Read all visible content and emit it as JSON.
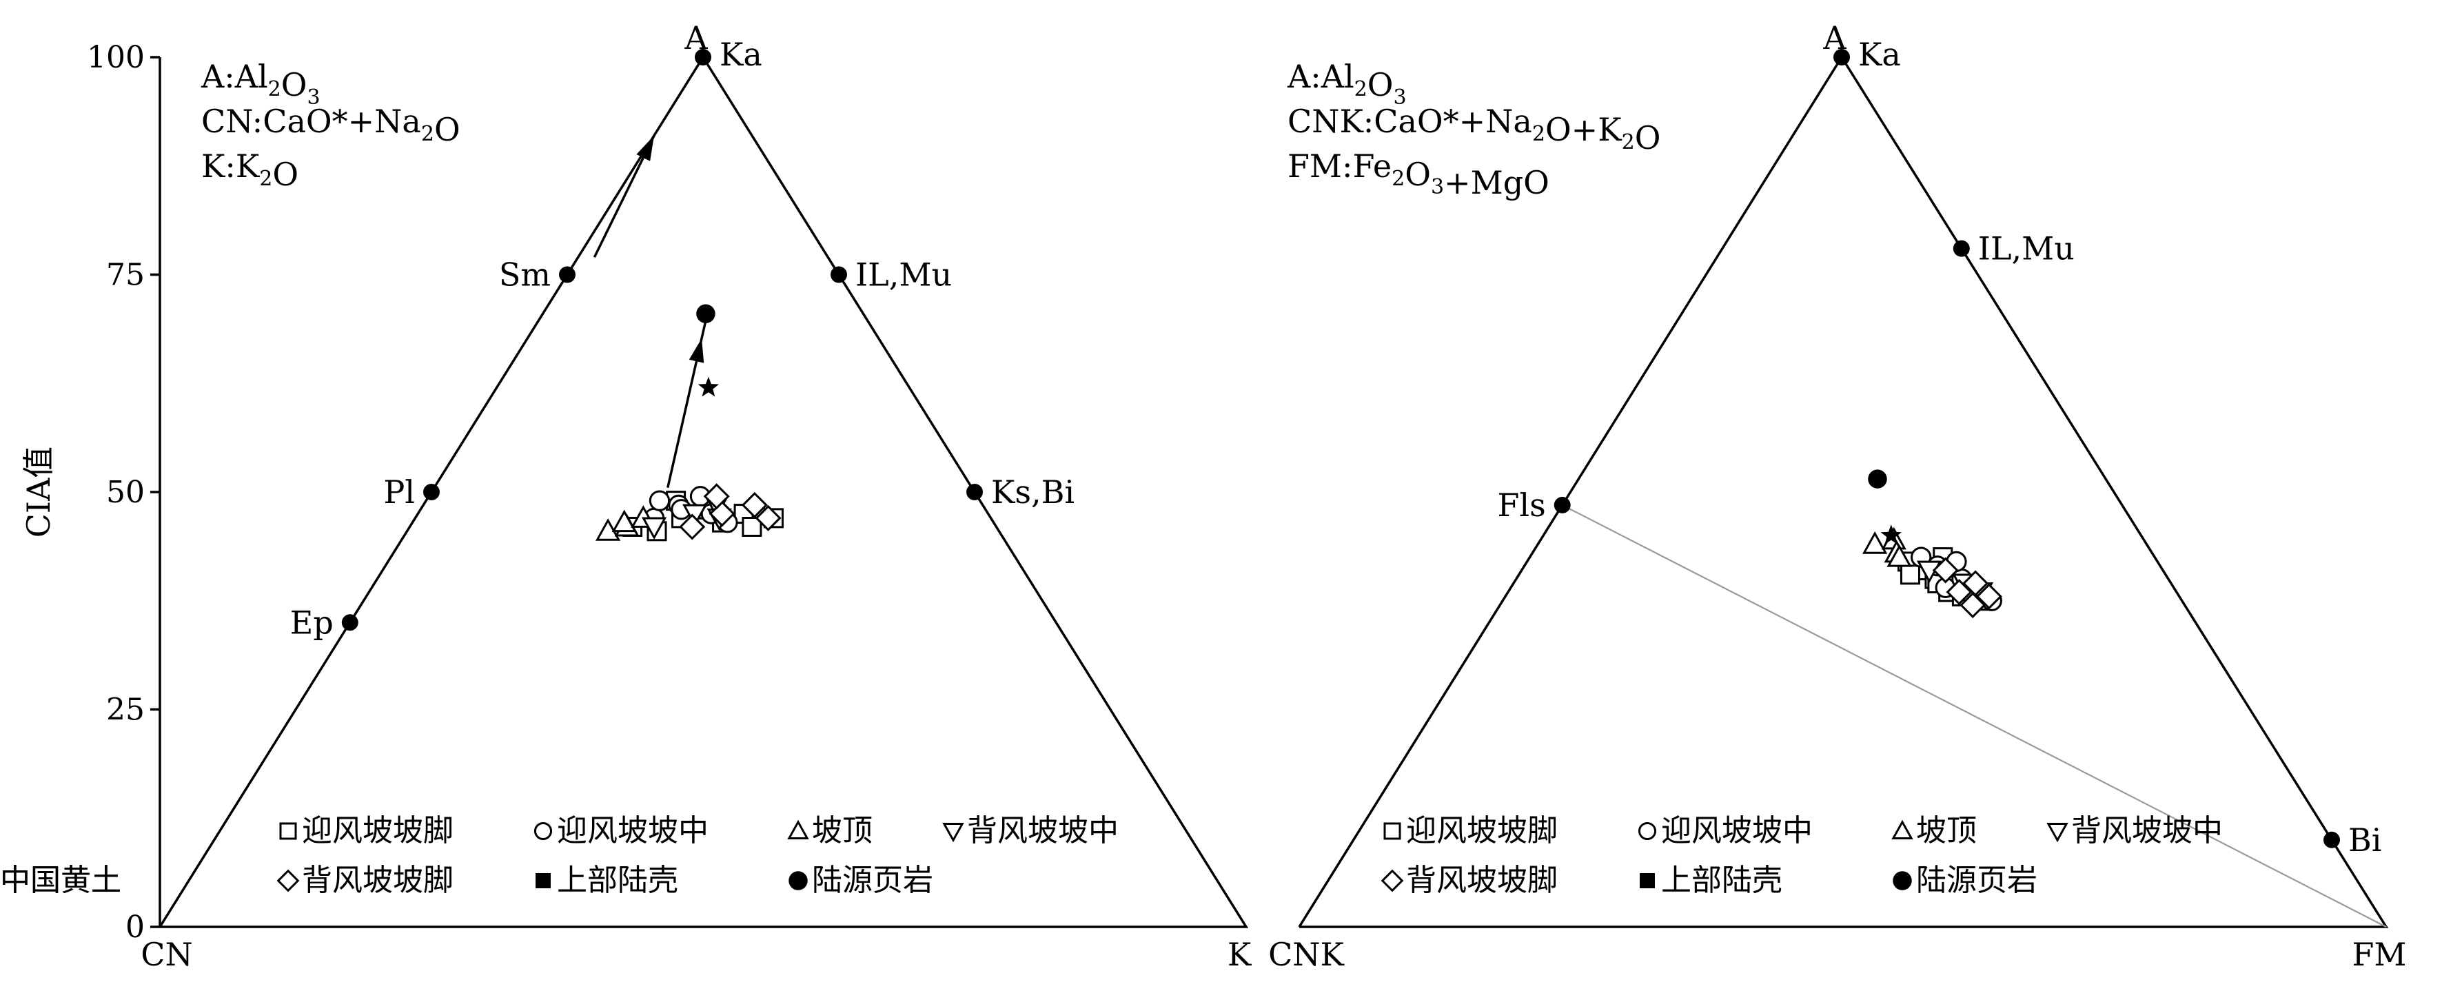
{
  "chart_data": [
    {
      "type": "scatter",
      "subtype": "ternary",
      "panel": "A-CN-K",
      "ylabel": "CIA值",
      "ylim": [
        0,
        100
      ],
      "yticks": [
        0,
        25,
        50,
        75,
        100
      ],
      "vertices": [
        "A",
        "CN",
        "K"
      ],
      "vertex_labels": [
        "A",
        "CN",
        "K"
      ],
      "formula_lines": [
        {
          "parts": [
            {
              "t": "A:Al"
            },
            {
              "t": "2",
              "sub": true
            },
            {
              "t": "O"
            },
            {
              "t": "3",
              "sub": true
            }
          ]
        },
        {
          "parts": [
            {
              "t": "CN:CaO*+Na"
            },
            {
              "t": "2",
              "sub": true
            },
            {
              "t": "O"
            }
          ]
        },
        {
          "parts": [
            {
              "t": "K:K"
            },
            {
              "t": "2",
              "sub": true
            },
            {
              "t": "O"
            }
          ]
        }
      ],
      "reference_points": [
        {
          "label": "Ka",
          "A": 100,
          "CN": 0,
          "K": 0,
          "anchor": "right"
        },
        {
          "label": "Sm",
          "A": 75,
          "CN": 25,
          "K": 0,
          "anchor": "left"
        },
        {
          "label": "IL,Mu",
          "A": 75,
          "CN": 0,
          "K": 25,
          "anchor": "right"
        },
        {
          "label": "Pl",
          "A": 50,
          "CN": 50,
          "K": 0,
          "anchor": "left"
        },
        {
          "label": "Ks,Bi",
          "A": 50,
          "CN": 0,
          "K": 50,
          "anchor": "right"
        },
        {
          "label": "Ep",
          "A": 35,
          "CN": 65,
          "K": 0,
          "anchor": "left"
        }
      ],
      "series": [
        {
          "name": "迎风坡坡脚",
          "marker": "square-open",
          "points": [
            [
              46,
              20.5
            ],
            [
              45.5,
              23
            ],
            [
              47,
              24.5
            ],
            [
              48,
              26.5
            ],
            [
              46.5,
              28.5
            ],
            [
              47.5,
              30
            ],
            [
              46,
              31.5
            ],
            [
              49,
              23
            ],
            [
              47,
              33
            ]
          ]
        },
        {
          "name": "迎风坡坡中",
          "marker": "circle-open",
          "points": [
            [
              47,
              22
            ],
            [
              48.5,
              23.5
            ],
            [
              49.5,
              25
            ],
            [
              47.5,
              27
            ],
            [
              48,
              24
            ],
            [
              46.5,
              29
            ],
            [
              49,
              21.5
            ]
          ]
        },
        {
          "name": "坡顶",
          "marker": "triangle-open",
          "points": [
            [
              45.5,
              18.5
            ],
            [
              46,
              20
            ],
            [
              46.5,
              19.5
            ],
            [
              47,
              21
            ]
          ]
        },
        {
          "name": "背风坡坡中",
          "marker": "triangle-down-open",
          "points": [
            [
              46,
              22.5
            ],
            [
              47.5,
              25.5
            ],
            [
              48.5,
              27
            ],
            [
              47,
              28
            ]
          ]
        },
        {
          "name": "背风坡坡脚",
          "marker": "diamond-open",
          "points": [
            [
              46,
              26
            ],
            [
              47.5,
              28
            ],
            [
              49.5,
              26.5
            ],
            [
              48.5,
              30.5
            ],
            [
              47,
              32.5
            ]
          ]
        },
        {
          "name": "上部陆壳",
          "marker": "square-filled",
          "points": []
        },
        {
          "name": "陆源页岩",
          "marker": "circle-filled",
          "points": [
            [
              70.5,
              15
            ]
          ]
        },
        {
          "name": "中国黄土",
          "marker": "star-filled",
          "points": [
            [
              62,
              19.5
            ]
          ]
        }
      ],
      "trend_arrow": {
        "from": [
          50.5,
          21.5
        ],
        "to": [
          70,
          15.3
        ]
      },
      "weathering_arrow": {
        "from": [
          77,
          1.5
        ],
        "to": [
          91,
          0
        ]
      }
    },
    {
      "type": "scatter",
      "subtype": "ternary",
      "panel": "A-CNK-FM",
      "vertices": [
        "A",
        "CNK",
        "FM"
      ],
      "vertex_labels": [
        "A",
        "CNK",
        "FM"
      ],
      "formula_lines": [
        {
          "parts": [
            {
              "t": "A:Al"
            },
            {
              "t": "2",
              "sub": true
            },
            {
              "t": "O"
            },
            {
              "t": "3",
              "sub": true
            }
          ]
        },
        {
          "parts": [
            {
              "t": "CNK:CaO*+Na"
            },
            {
              "t": "2",
              "sub": true
            },
            {
              "t": "O+K"
            },
            {
              "t": "2",
              "sub": true
            },
            {
              "t": "O"
            }
          ]
        },
        {
          "parts": [
            {
              "t": "FM:Fe"
            },
            {
              "t": "2",
              "sub": true
            },
            {
              "t": "O"
            },
            {
              "t": "3",
              "sub": true
            },
            {
              "t": "+MgO"
            }
          ]
        }
      ],
      "reference_points": [
        {
          "label": "Ka",
          "A": 100,
          "CNK": 0,
          "FM": 0,
          "anchor": "right"
        },
        {
          "label": "IL,Mu",
          "A": 78,
          "CNK": 0,
          "FM": 22,
          "anchor": "right"
        },
        {
          "label": "Fls",
          "A": 48.5,
          "CNK": 51.5,
          "FM": 0,
          "anchor": "left"
        },
        {
          "label": "Bi",
          "A": 10,
          "CNK": 0,
          "FM": 90,
          "anchor": "right"
        }
      ],
      "mixing_line": {
        "from": "Fls",
        "to": "FM"
      },
      "series": [
        {
          "name": "迎风坡坡脚",
          "marker": "square-open",
          "points": [
            [
              42,
              35
            ],
            [
              41,
              37
            ],
            [
              40,
              38.5
            ],
            [
              39.5,
              39
            ],
            [
              38.5,
              40.5
            ],
            [
              38,
              42
            ],
            [
              37.5,
              44
            ],
            [
              40.5,
              36
            ],
            [
              42.5,
              38
            ]
          ]
        },
        {
          "name": "迎风坡坡中",
          "marker": "circle-open",
          "points": [
            [
              42.5,
              36
            ],
            [
              41.5,
              38
            ],
            [
              39,
              40
            ],
            [
              38,
              43
            ],
            [
              37.5,
              45
            ],
            [
              40,
              41
            ],
            [
              42,
              39.5
            ]
          ]
        },
        {
          "name": "坡顶",
          "marker": "triangle-open",
          "points": [
            [
              44,
              31
            ],
            [
              44.5,
              32.5
            ],
            [
              43,
              33.5
            ],
            [
              42.5,
              34
            ]
          ]
        },
        {
          "name": "背风坡坡中",
          "marker": "triangle-down-open",
          "points": [
            [
              41,
              37.5
            ],
            [
              39.5,
              41.5
            ],
            [
              38.5,
              43.5
            ]
          ]
        },
        {
          "name": "背风坡坡脚",
          "marker": "diamond-open",
          "points": [
            [
              41,
              39
            ],
            [
              38.5,
              41.5
            ],
            [
              37,
              43.5
            ],
            [
              38,
              44.5
            ],
            [
              39.5,
              42.5
            ]
          ]
        },
        {
          "name": "上部陆壳",
          "marker": "square-filled",
          "points": []
        },
        {
          "name": "陆源页岩",
          "marker": "circle-filled",
          "points": [
            [
              51.5,
              27.5
            ]
          ]
        },
        {
          "name": "中国黄土",
          "marker": "star-filled",
          "points": [
            [
              45,
              32
            ]
          ]
        }
      ]
    }
  ]
}
